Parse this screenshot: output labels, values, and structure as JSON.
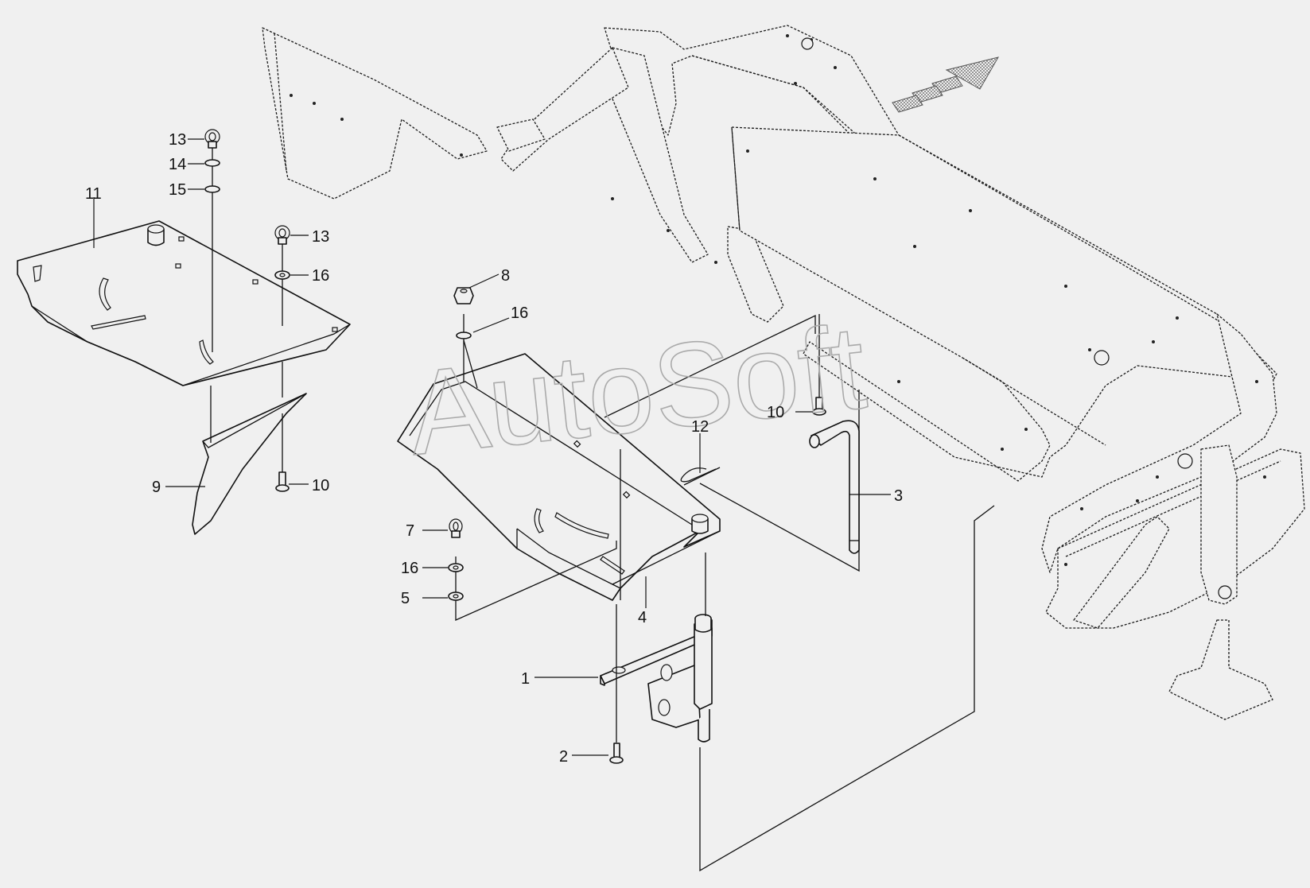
{
  "watermark": "AutoSoft",
  "labels": {
    "l1": "1",
    "l2": "2",
    "l3": "3",
    "l4": "4",
    "l5": "5",
    "l7": "7",
    "l8": "8",
    "l9": "9",
    "l10a": "10",
    "l10b": "10",
    "l11": "11",
    "l12": "12",
    "l13a": "13",
    "l13b": "13",
    "l14": "14",
    "l15": "15",
    "l16a": "16",
    "l16b": "16",
    "l16c": "16"
  },
  "colors": {
    "background": "#f0f0f0",
    "ink": "#111111",
    "watermark": "#aaaaaa",
    "arrow_hatch": "#9a9a9a"
  },
  "icons": {
    "direction_arrow": "direction-arrow-icon"
  }
}
